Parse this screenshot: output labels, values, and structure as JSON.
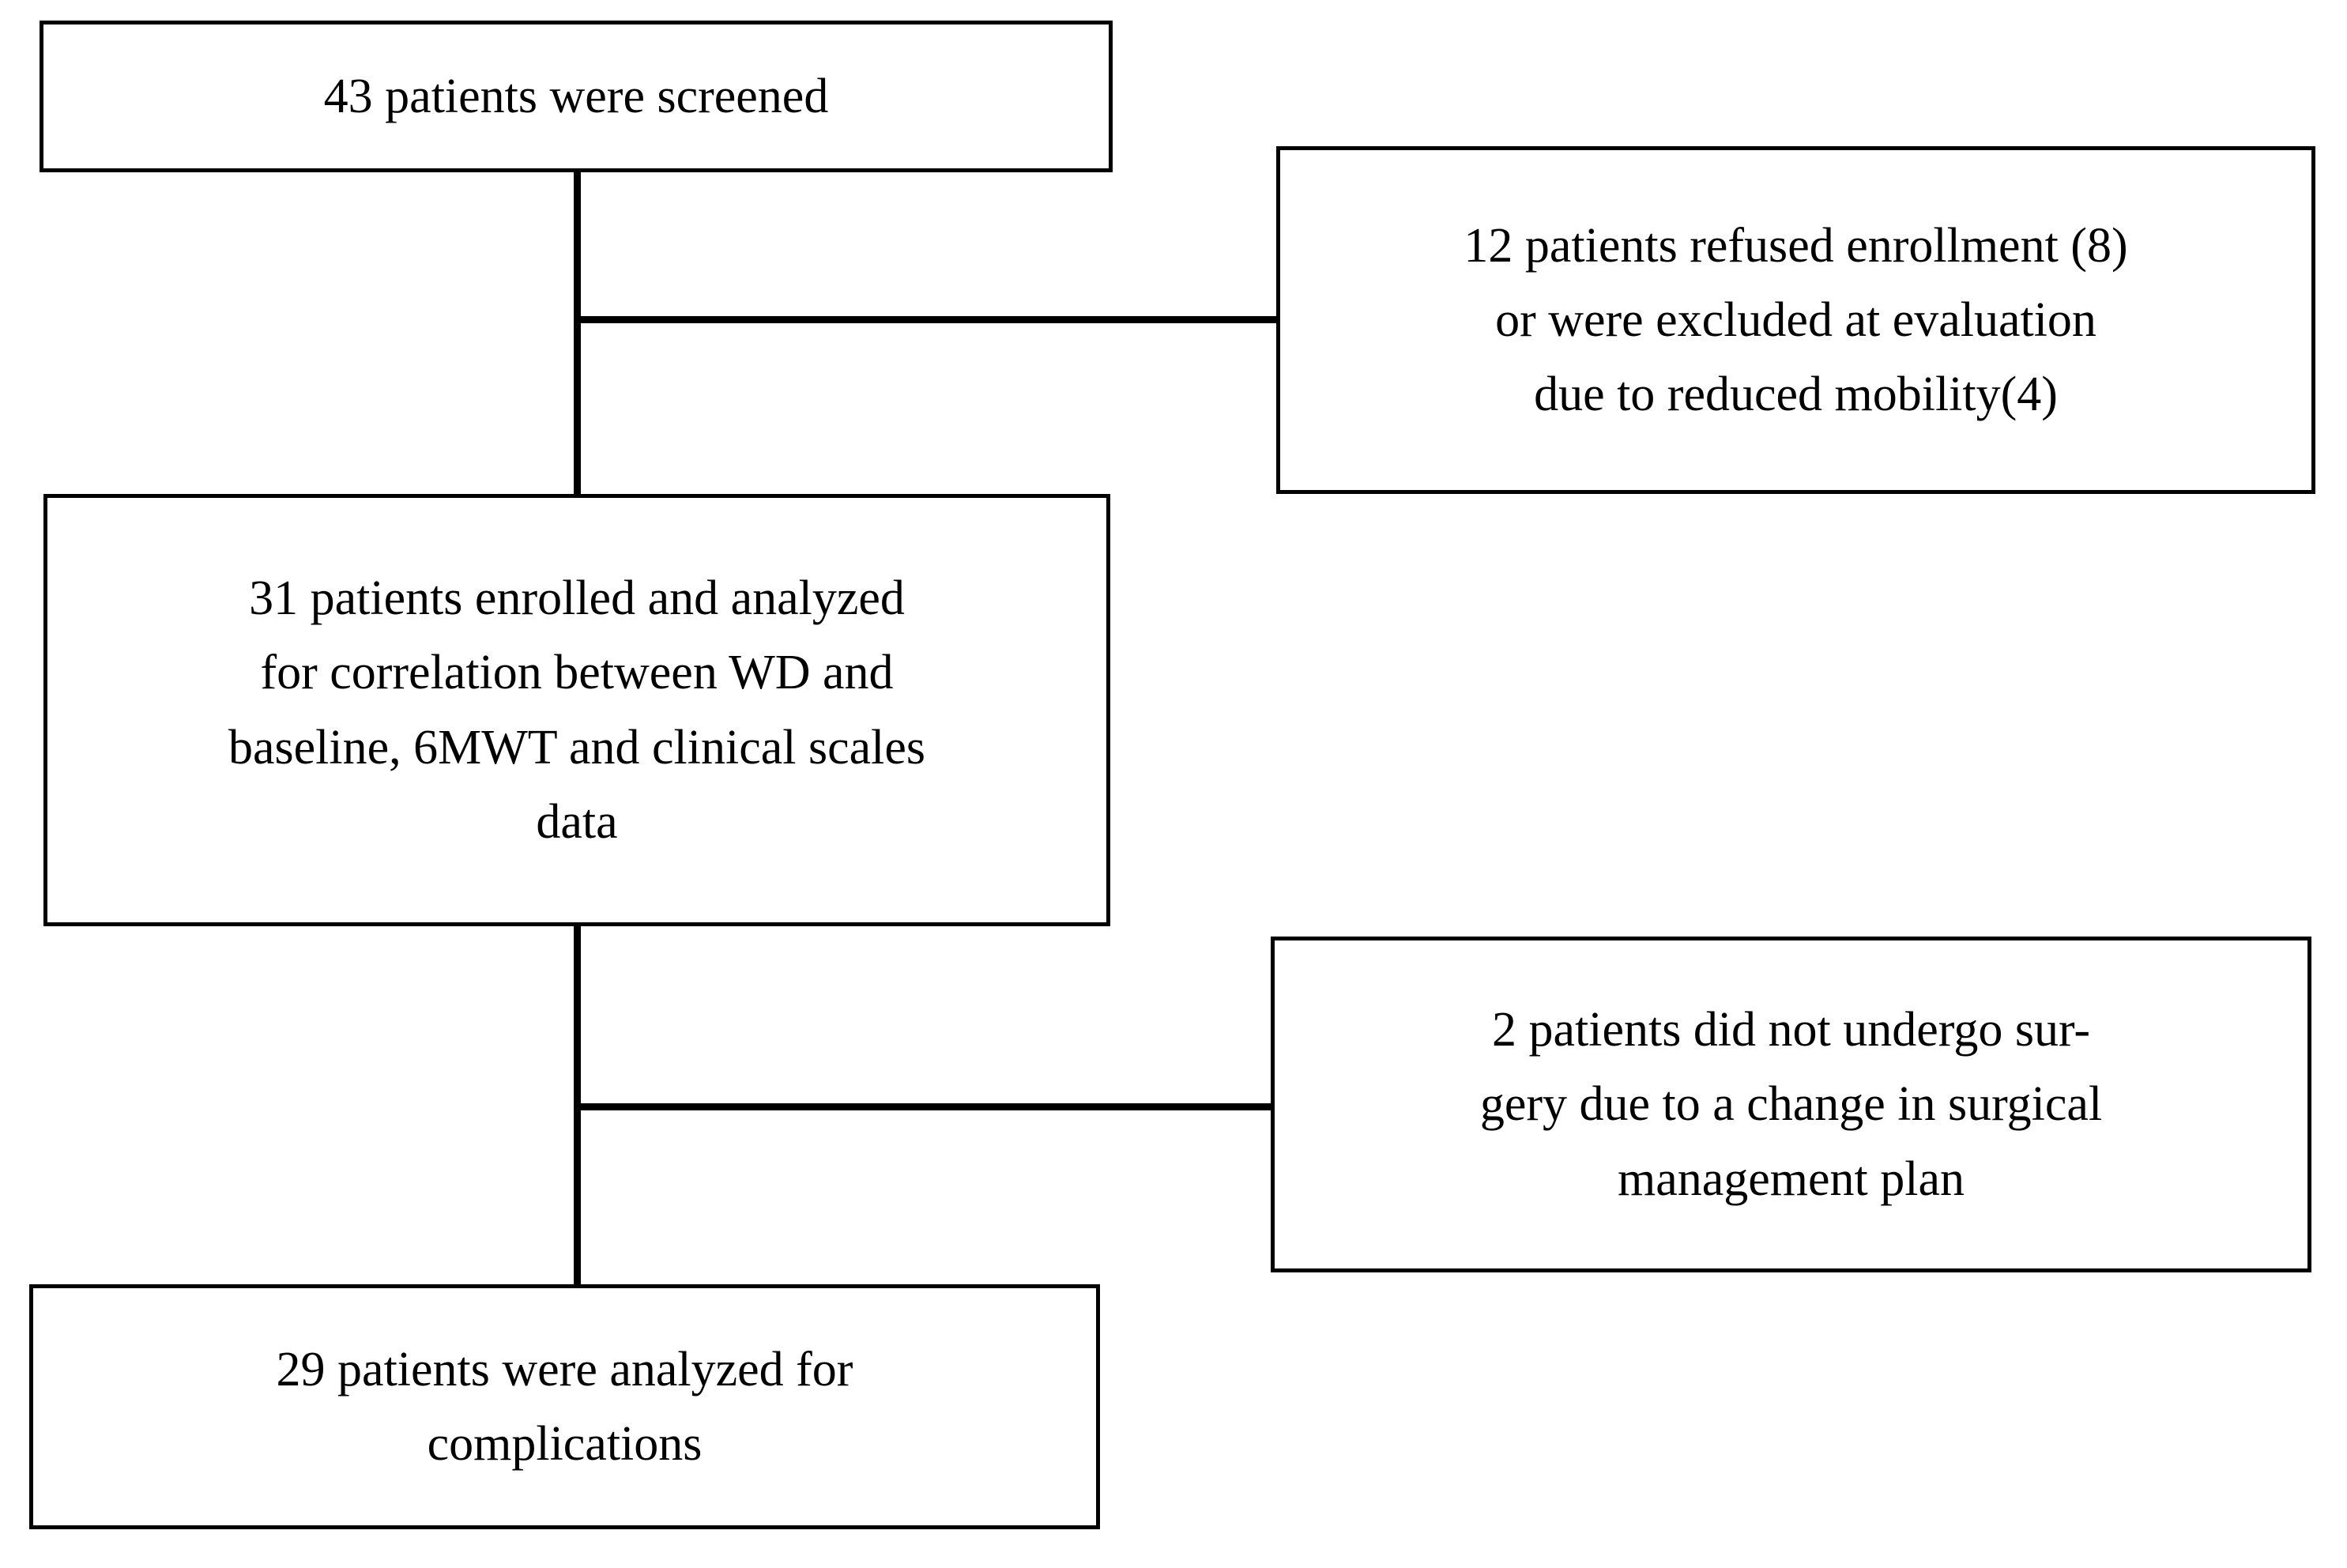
{
  "diagram": {
    "type": "patient-flow-chart",
    "boxes": {
      "screened": {
        "text": "43 patients were screened"
      },
      "refused": {
        "line1": "12 patients refused enrollment (8)",
        "line2": "or were excluded at evaluation",
        "line3": "due to reduced mobility(4)"
      },
      "enrolled": {
        "line1": "31 patients enrolled and analyzed",
        "line2": "for correlation between WD and",
        "line3": "baseline, 6MWT and clinical scales",
        "line4": "data"
      },
      "no_surgery": {
        "line1": "2 patients did not undergo sur-",
        "line2": "gery due to a change in surgical",
        "line3": "management plan"
      },
      "complications": {
        "line1": "29 patients were analyzed for",
        "line2": "complications"
      }
    },
    "counts": {
      "screened": 43,
      "refused_enrollment": 8,
      "excluded_reduced_mobility": 4,
      "excluded_total": 12,
      "enrolled_analyzed": 31,
      "no_surgery": 2,
      "analyzed_complications": 29
    },
    "colors": {
      "stroke": "#000000",
      "fill": "#ffffff",
      "text": "#000000"
    }
  }
}
